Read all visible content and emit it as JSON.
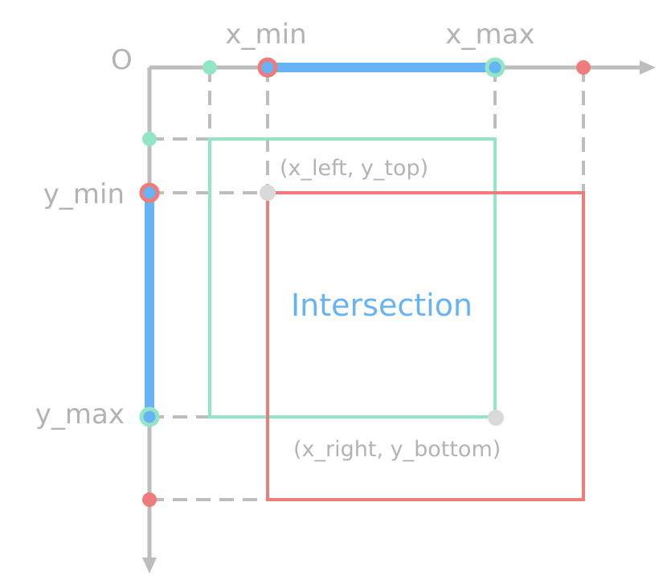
{
  "labels": {
    "origin": "O",
    "x_min": "x_min",
    "x_max": "x_max",
    "y_min": "y_min",
    "y_max": "y_max",
    "top_left": "(x_left, y_top)",
    "bottom_right": "(x_right, y_bottom)",
    "region": "Intersection"
  },
  "colors": {
    "axis": "#bdbdbd",
    "box_a": "#93e6c4",
    "box_b": "#ef7b7b",
    "intersection": "#67b3f7",
    "corner_point": "#d9d9d9",
    "text": "#b3b3b3"
  }
}
